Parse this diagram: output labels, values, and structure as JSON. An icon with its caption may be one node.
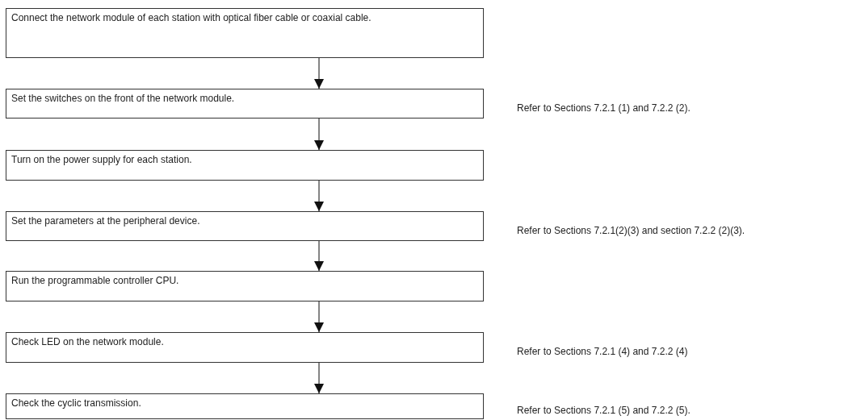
{
  "diagram": {
    "nodes": [
      {
        "text": [
          "Connect the network module of each station with optical fiber cable or coaxial cable."
        ]
      },
      {
        "text": [
          "Set the switches on the front of the network module."
        ],
        "beside": [
          "Refer to Sections 7.2.1 (1) and 7.2.2 (2)."
        ]
      },
      {
        "text": [
          "Turn on the power supply for each station."
        ]
      },
      {
        "text": [
          "Set the parameters at the peripheral device."
        ],
        "beside": [
          "Refer to Sections 7.2.1(2)(3) and section 7.2.2 (2)(3)."
        ]
      },
      {
        "text": [
          "Run the programmable controller CPU."
        ]
      },
      {
        "text": [
          "Check LED on the network module."
        ],
        "beside": [
          "Refer to Sections 7.2.1 (4) and 7.2.2 (4)"
        ]
      },
      {
        "text": [
          "Check the cyclic transmission."
        ],
        "beside": [
          "Refer to Sections 7.2.1 (5) and 7.2.2 (5)."
        ]
      }
    ],
    "edges": [
      {
        "from": 0,
        "to": 1,
        "arrow": "to"
      },
      {
        "from": 1,
        "to": 2,
        "arrow": "to"
      },
      {
        "from": 2,
        "to": 3,
        "arrow": "to"
      },
      {
        "from": 3,
        "to": 4,
        "arrow": "to"
      },
      {
        "from": 4,
        "to": 5,
        "arrow": "to"
      },
      {
        "from": 5,
        "to": 6,
        "arrow": "to"
      }
    ]
  }
}
